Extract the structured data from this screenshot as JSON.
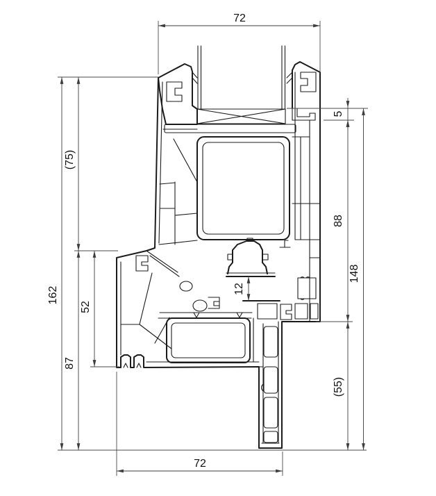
{
  "drawing": {
    "type": "technical-cross-section",
    "subject": "PVC window frame profile section with insulated glazing and sill extension",
    "colors": {
      "profile_line": "#1b1b1b",
      "dimension_line": "#3d3d3d",
      "background": "#ffffff",
      "text": "#111111"
    },
    "dims": {
      "top_width": "72",
      "bottom_width": "72",
      "left_total": "162",
      "left_upper": "(75)",
      "left_lower": "87",
      "left_inner": "52",
      "right_step": "5",
      "right_upper": "88",
      "right_total": "148",
      "right_lower": "(55)",
      "center_gap": "12"
    }
  }
}
